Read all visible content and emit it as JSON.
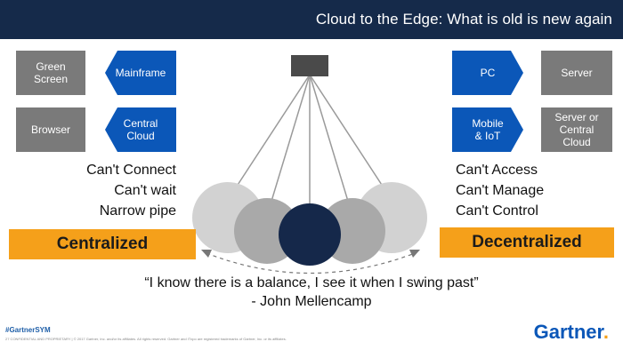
{
  "header": {
    "title": "Cloud to the Edge: What is old is new again"
  },
  "left": {
    "boxes": [
      {
        "label": "Green\nScreen"
      },
      {
        "label": "Mainframe"
      },
      {
        "label": "Browser"
      },
      {
        "label": "Central\nCloud"
      }
    ],
    "traits": [
      "Can't Connect",
      "Can't wait",
      "Narrow pipe"
    ],
    "bar_label": "Centralized"
  },
  "right": {
    "boxes": [
      {
        "label": "PC"
      },
      {
        "label": "Server"
      },
      {
        "label": "Mobile\n& IoT"
      },
      {
        "label": "Server or\nCentral\nCloud"
      }
    ],
    "traits": [
      "Can't Access",
      "Can't Manage",
      "Can't Control"
    ],
    "bar_label": "Decentralized"
  },
  "quote": {
    "line1": "“I know there is a balance, I see it when I swing past”",
    "line2": "- John Mellencamp"
  },
  "footer": {
    "hashtag": "#GartnerSYM",
    "fine_print": "27   CONFIDENTIAL AND PROPRIETARY  |  © 2017 Gartner, Inc. and/or its affiliates. All rights reserved. Gartner and ITxpo are registered trademarks of Gartner, Inc. or its affiliates.",
    "logo": "Gartner",
    "logo_dot": "."
  },
  "colors": {
    "header_bg": "#152a4a",
    "blue_box": "#0b57b8",
    "grey_box": "#7a7a7a",
    "bar": "#f5a01a"
  }
}
